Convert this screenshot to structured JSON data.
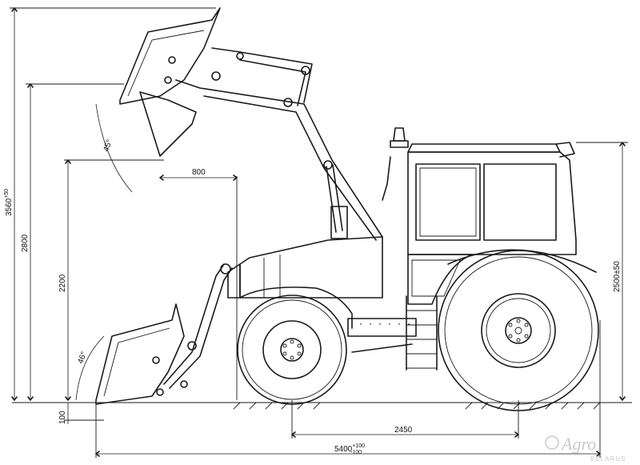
{
  "dimensions": {
    "d3560": {
      "main": "3560",
      "tol": "+50"
    },
    "d2800": "2800",
    "d2200": "2200",
    "d800": "800",
    "a45": "45°",
    "a46": "46°",
    "d100": "100",
    "d2450": "2450",
    "d5400": {
      "main": "5400",
      "tol_up": "+100",
      "tol_down": "-100"
    },
    "d2500": "2500±50"
  },
  "logo": {
    "main": "Agro",
    "sub": "BELARUS"
  }
}
